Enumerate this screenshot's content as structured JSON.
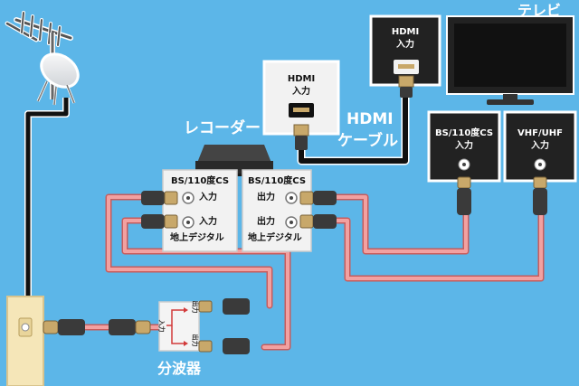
{
  "title": "",
  "labels": {
    "tv": "テレビ",
    "recorder": "レコーダー",
    "hdmi_cable_line1": "HDMI",
    "hdmi_cable_line2": "ケーブル",
    "splitter": "分波器"
  },
  "recorder_hdmi_panel": {
    "line1": "HDMI",
    "line2": "入力"
  },
  "tv_hdmi_panel": {
    "line1": "HDMI",
    "line2": "入力"
  },
  "tv_bs_panel": {
    "line1": "BS/110度CS",
    "line2": "入力"
  },
  "tv_vhf_panel": {
    "line1": "VHF/UHF",
    "line2": "入力"
  },
  "recorder_input_panel": {
    "title": "BS/110度CS",
    "row1": "入力",
    "row2_right": "入力",
    "row2_bottom": "地上デジタル"
  },
  "recorder_output_panel": {
    "title": "BS/110度CS",
    "row1": "出力",
    "row2": "出力",
    "row2_bottom": "地上デジタル"
  },
  "splitter_panel": {
    "input": "入力",
    "output_top": "出力",
    "output_bottom": "出力"
  },
  "colors": {
    "background": "#5cb6e8",
    "antenna_cable": "#e77b7b",
    "hdmi_cable": "#111111",
    "panel_light": "#f2f2f2",
    "panel_dark": "#222222",
    "wall_plate": "#f5e6b8"
  },
  "icons": [
    "uhf-antenna-icon",
    "bs-dish-icon",
    "tv-icon",
    "recorder-icon",
    "hdmi-connector-icon",
    "f-connector-icon",
    "wall-outlet-icon",
    "splitter-icon"
  ]
}
